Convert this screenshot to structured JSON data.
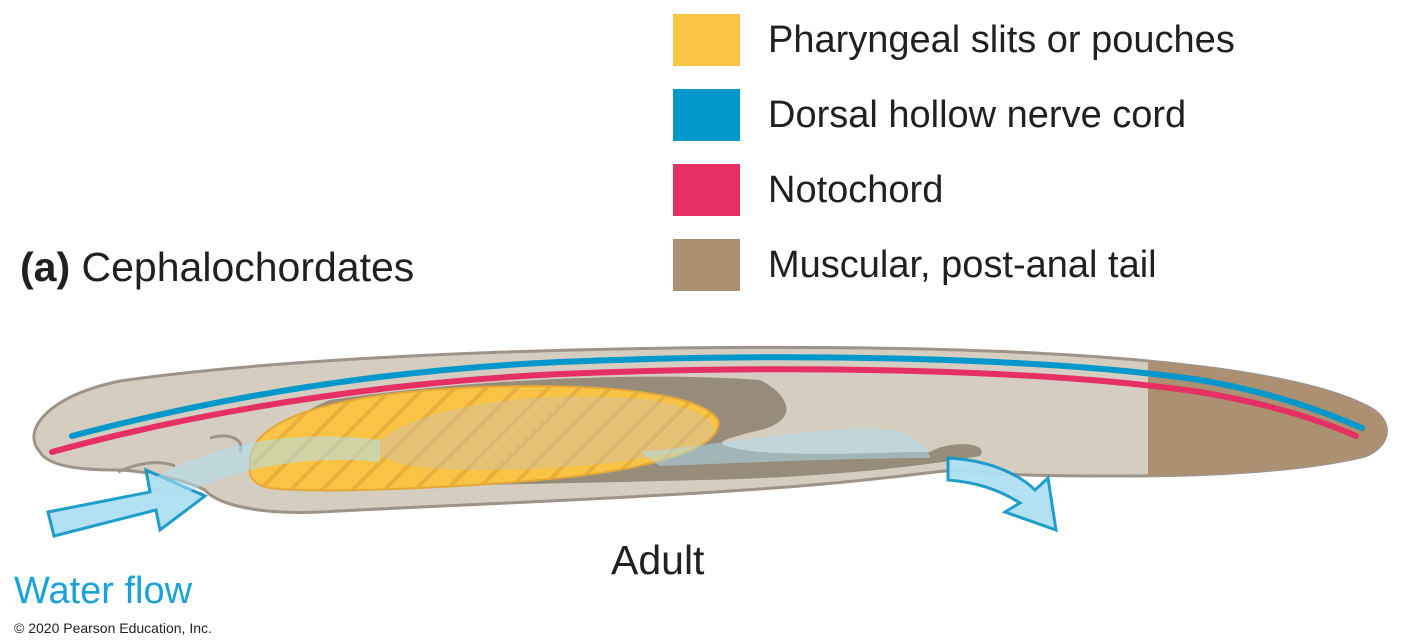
{
  "colors": {
    "pharyngeal": "#f9c443",
    "nerve_cord": "#0098cb",
    "notochord": "#e63063",
    "tail": "#ac9072",
    "body_fill": "#d4cdc0",
    "body_outline": "#9e9387",
    "water": "#aee0f3",
    "water_outline": "#1599c8",
    "water_label": "#1aa3db"
  },
  "legend": [
    {
      "label": "Pharyngeal slits or pouches",
      "color": "#f9c443"
    },
    {
      "label": "Dorsal hollow nerve cord",
      "color": "#0098cb"
    },
    {
      "label": "Notochord",
      "color": "#e63063"
    },
    {
      "label": "Muscular, post-anal tail",
      "color": "#ac9072"
    }
  ],
  "panel": {
    "letter": "(a)",
    "title": "Cephalochordates"
  },
  "stage_label": "Adult",
  "water_flow_label": "Water flow",
  "copyright": "© 2020 Pearson Education, Inc."
}
